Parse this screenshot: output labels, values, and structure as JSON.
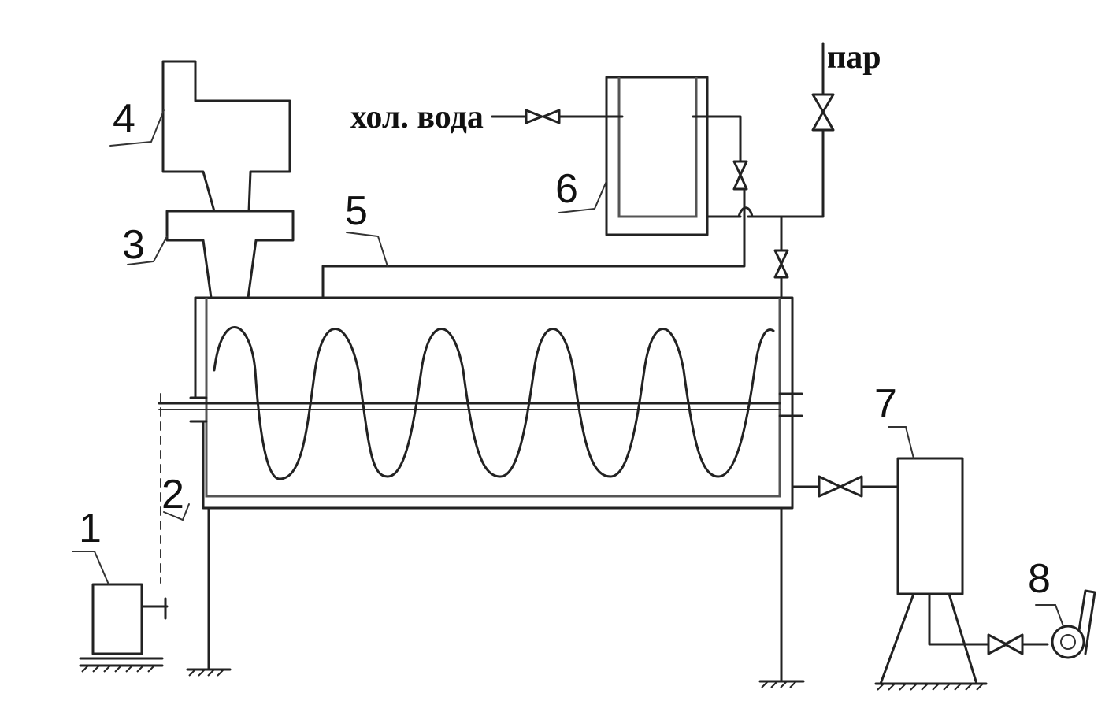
{
  "labels": {
    "n1": "1",
    "n2": "2",
    "n3": "3",
    "n4": "4",
    "n5": "5",
    "n6": "6",
    "n7": "7",
    "n8": "8",
    "cold_water": "хол. вода",
    "steam": "пар"
  }
}
